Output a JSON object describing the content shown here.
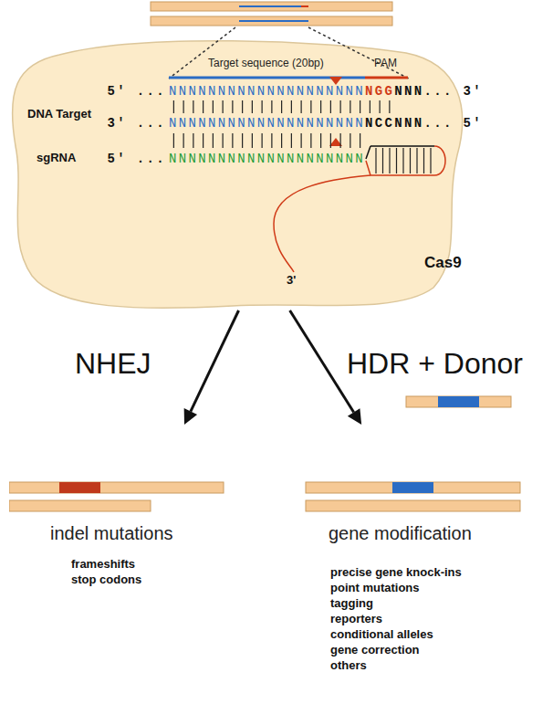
{
  "diagram": {
    "nodes": [
      {
        "text": [
          "Cas9"
        ]
      },
      {
        "text": [
          "indel mutations",
          "frameshifts",
          "stop codons"
        ]
      },
      {
        "text": [
          "gene modification",
          "precise gene knock-ins",
          "point mutations",
          "tagging",
          "reporters",
          "conditional alleles",
          "gene correction",
          "others"
        ]
      }
    ],
    "edges": [
      {
        "from": 0,
        "to": 1,
        "arrow": "to",
        "label": "NHEJ"
      },
      {
        "from": 0,
        "to": 2,
        "arrow": "to",
        "label": "HDR + Donor"
      }
    ],
    "labels": [
      "Target sequence (20bp)",
      "PAM",
      "DNA Target",
      "5' ...",
      "NNNNNNNNNNNNNNNNNNNN",
      "NGG",
      "NNN... 3'",
      "3' ...",
      "NNNNNNNNNNNNNNNNNNNN",
      "NCC",
      "NNN... 5'",
      "sgRNA",
      "5' ...",
      "NNNNNNNNNNNNNNNNNNNN",
      "3'"
    ]
  }
}
